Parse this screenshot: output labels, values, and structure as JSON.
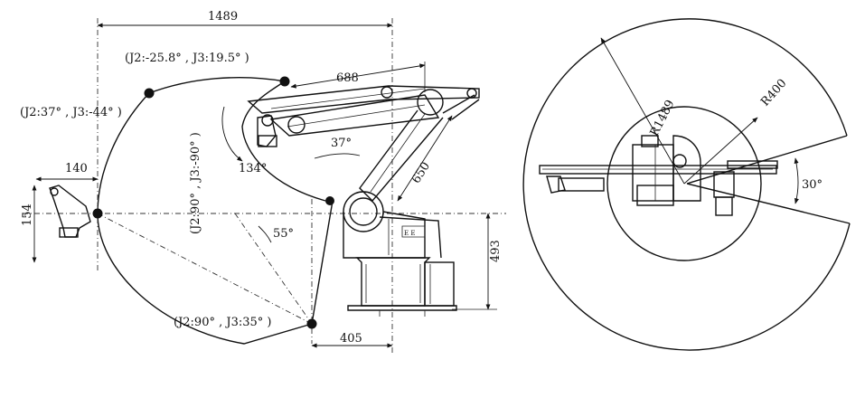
{
  "side_view": {
    "dimensions": {
      "reach": "1489",
      "upper_arm": "688",
      "forearm": "650",
      "tool_offset": "140",
      "tool_height": "154",
      "base_height": "493",
      "base_offset": "405"
    },
    "angles": {
      "a134": "134°",
      "a37": "37°",
      "a55": "55°"
    },
    "poses": {
      "p1": "(J2:-25.8° , J3:19.5° )",
      "p2": "(J2:37° , J3:-44° )",
      "p3": "(J2:90° , J3:-90° )",
      "p4": "(J2:90° , J3:35° )"
    }
  },
  "top_view": {
    "outer_radius": "R1489",
    "inner_radius": "R400",
    "gap_angle": "30°"
  },
  "colors": {
    "line": "#111111",
    "background": "#ffffff"
  }
}
